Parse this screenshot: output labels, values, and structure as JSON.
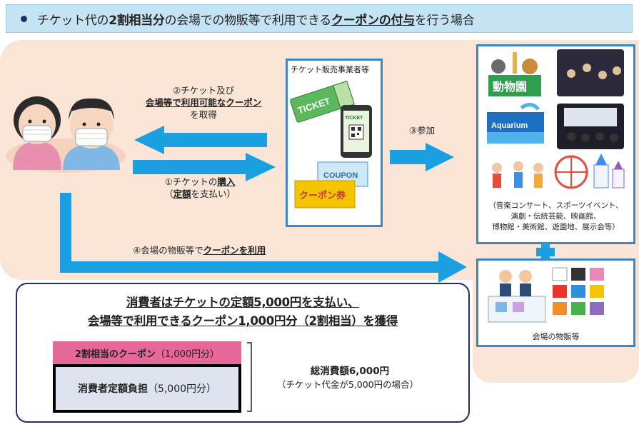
{
  "header": {
    "pre": "チケット代の",
    "bold1": "2割相当分",
    "mid1": "の会場での物販等で利用できる",
    "bold2": "クーポンの付与",
    "post": "を行う場合"
  },
  "seller": {
    "title": "チケット販売事業者等",
    "ticket_text": "TICKET",
    "phone_ticket_text": "TICKET",
    "coupon_text": "COUPON",
    "coupon_ticket_text": "クーポン券"
  },
  "flow": {
    "obtain_line1": "②チケット及び",
    "obtain_line2": "会場等で利用可能なクーポン",
    "obtain_line3": "を取得",
    "purchase_line1_pre": "①チケットの",
    "purchase_line1_bold": "購入",
    "purchase_line2_pre": "（",
    "purchase_line2_bold": "定額",
    "purchase_line2_post": "を支払い）",
    "attend": "③参加",
    "use_pre": "④会場の物販等で",
    "use_bold": "クーポンを利用"
  },
  "venues": {
    "zoo_sign": "動物園",
    "aquarium_sign": "Aquarium",
    "list_line1": "（音楽コンサート、スポーツイベント、",
    "list_line2": "演劇・伝統芸能、映画館、",
    "list_line3": "博物館・美術館、遊園地、展示会等）"
  },
  "goods": {
    "caption": "会場の物販等"
  },
  "summary": {
    "line1": "消費者はチケットの定額5,000円を支払い、",
    "line2": "会場等で利用できるクーポン1,000円分（2割相当）を獲得",
    "coupon_bold": "2割相当のクーポン",
    "coupon_amount": "（1,000円分）",
    "consumer_bold": "消費者定額負担",
    "consumer_amount": "（5,000円分）",
    "total_title": "総消費額6,000円",
    "total_note": "（チケット代金が5,000円の場合）"
  },
  "colors": {
    "banner": "#c5e4f3",
    "peach": "#fbe5d6",
    "arrow": "#1aa0e0",
    "panel_border": "#3b87c9",
    "coupon_bar": "#e6679a",
    "consumer_bar": "#dfe3ef"
  }
}
